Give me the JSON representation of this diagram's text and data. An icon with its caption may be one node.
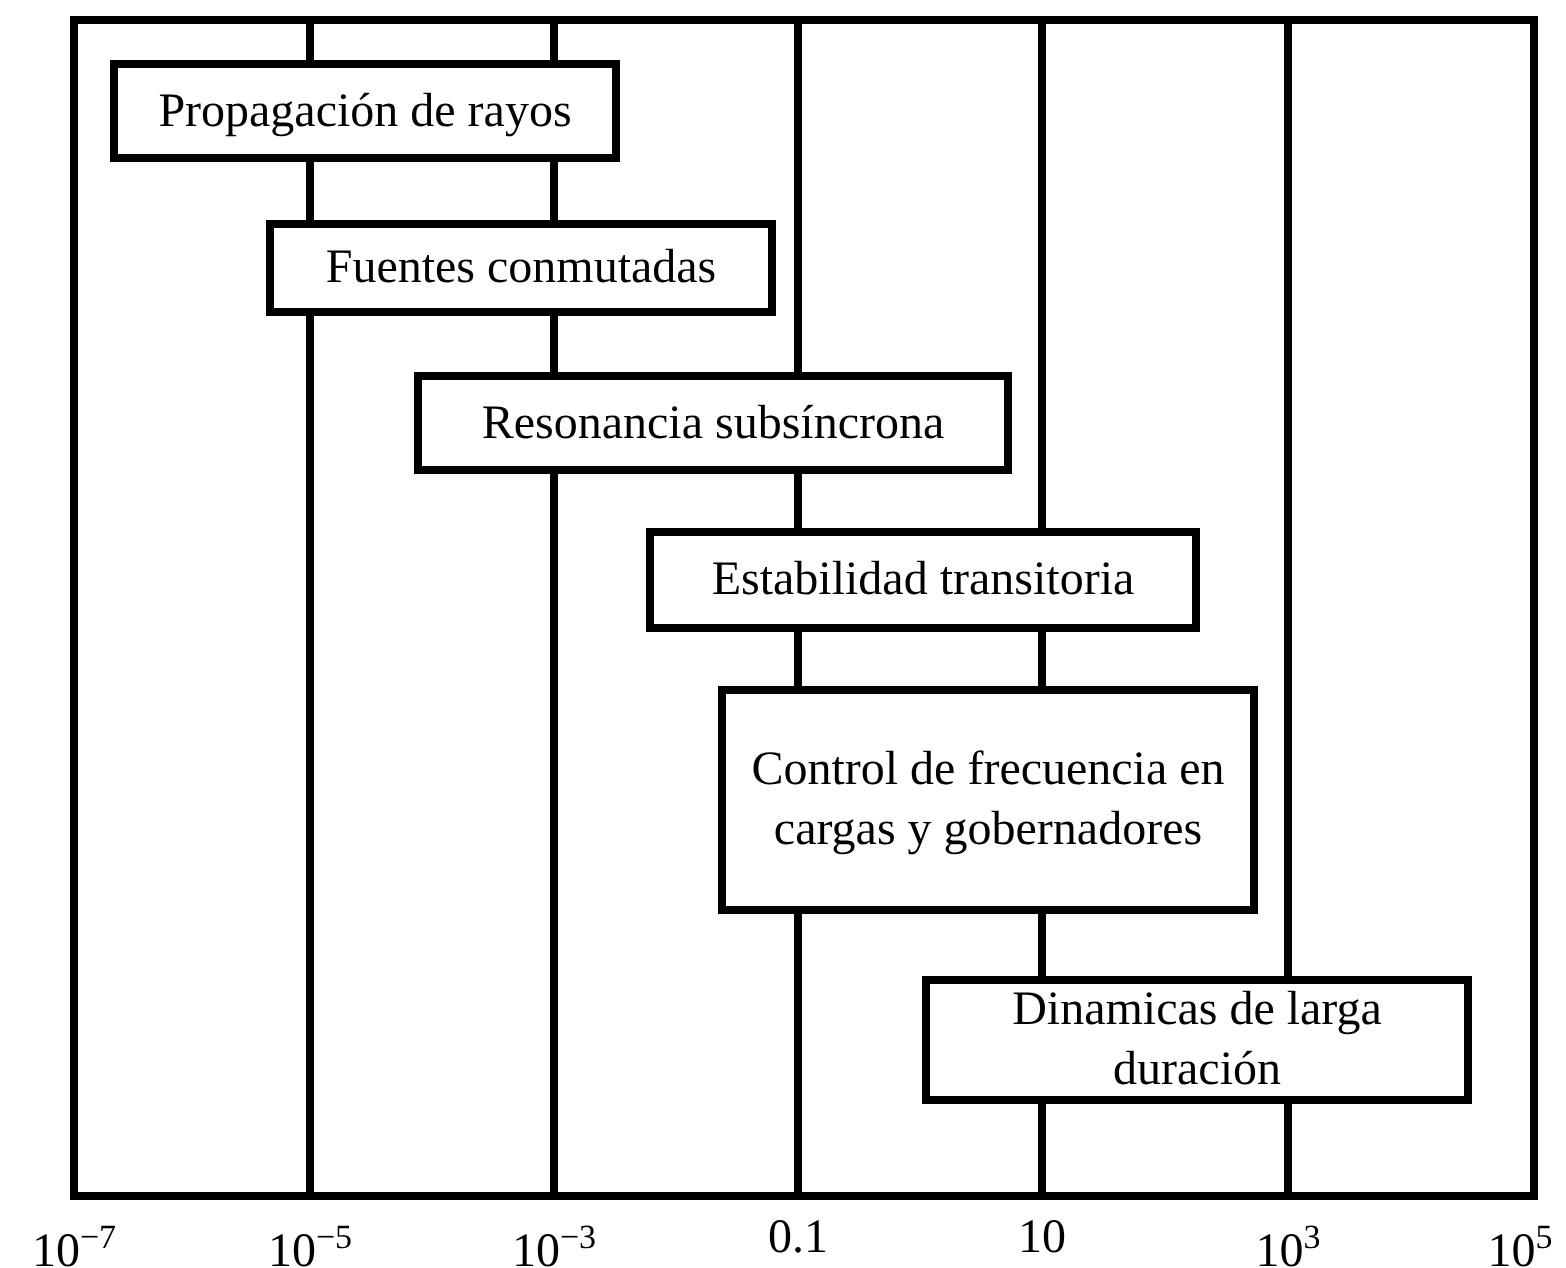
{
  "diagram": {
    "nodes": [
      {
        "text": [
          "Propagación de rayos"
        ]
      },
      {
        "text": [
          "Fuentes conmutadas"
        ]
      },
      {
        "text": [
          "Resonancia subsíncrona"
        ]
      },
      {
        "text": [
          "Estabilidad transitoria"
        ]
      },
      {
        "text": [
          "Control de frecuencia en cargas y gobernadores"
        ]
      },
      {
        "text": [
          "Dinamicas de larga duración"
        ]
      }
    ],
    "labels": [
      "10$^{−7}$",
      "10$^{−5}$",
      "10$^{−3}$",
      "0.1",
      "10",
      "10$^{3}$",
      "10$^{5}$"
    ]
  }
}
